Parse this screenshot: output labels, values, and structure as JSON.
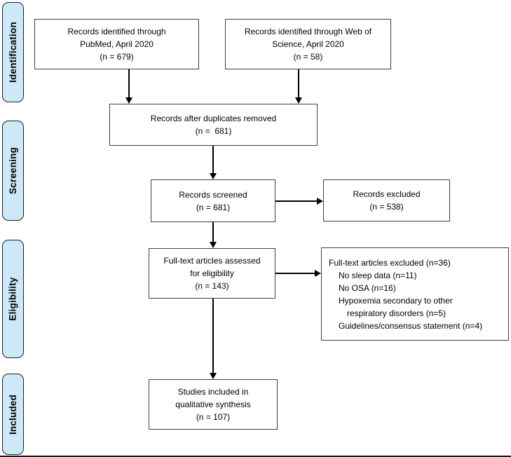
{
  "diagram": {
    "type": "prisma-flow",
    "stages": {
      "identification": "Identification",
      "screening": "Screening",
      "eligibility": "Eligibility",
      "included": "Included"
    },
    "boxes": {
      "pubmed": {
        "lines": [
          "Records identified through",
          "PubMed, April 2020",
          "(n = 679)"
        ]
      },
      "web_of_science": {
        "lines": [
          "Records identified through Web of",
          "Science, April 2020",
          "(n = 58)"
        ]
      },
      "duplicates_removed": {
        "lines": [
          "Records after duplicates removed",
          "(n =  681)"
        ]
      },
      "records_screened": {
        "lines": [
          "Records screened",
          "(n = 681)"
        ]
      },
      "records_excluded": {
        "lines": [
          "Records excluded",
          "(n = 538)"
        ]
      },
      "fulltext_assessed": {
        "lines": [
          "Full-text articles assessed",
          "for eligibility",
          "(n = 143)"
        ]
      },
      "fulltext_excluded": {
        "lines": [
          "Full-text articles excluded (n=36)",
          "No sleep data (n=11)",
          "No OSA (n=16)",
          "Hypoxemia secondary to other",
          "respiratory disorders (n=5)",
          "Guidelines/consensus statement (n=4)"
        ]
      },
      "studies_included": {
        "lines": [
          "Studies included in",
          "qualitative synthesis",
          "(n = 107)"
        ]
      }
    },
    "colors": {
      "stage_fill": "#cde8f7",
      "stage_border": "#1f1f1f",
      "box_fill": "#ffffff",
      "box_border": "#3f3f3f",
      "arrow": "#000000",
      "text": "#000000",
      "background": "#ffffff"
    }
  }
}
